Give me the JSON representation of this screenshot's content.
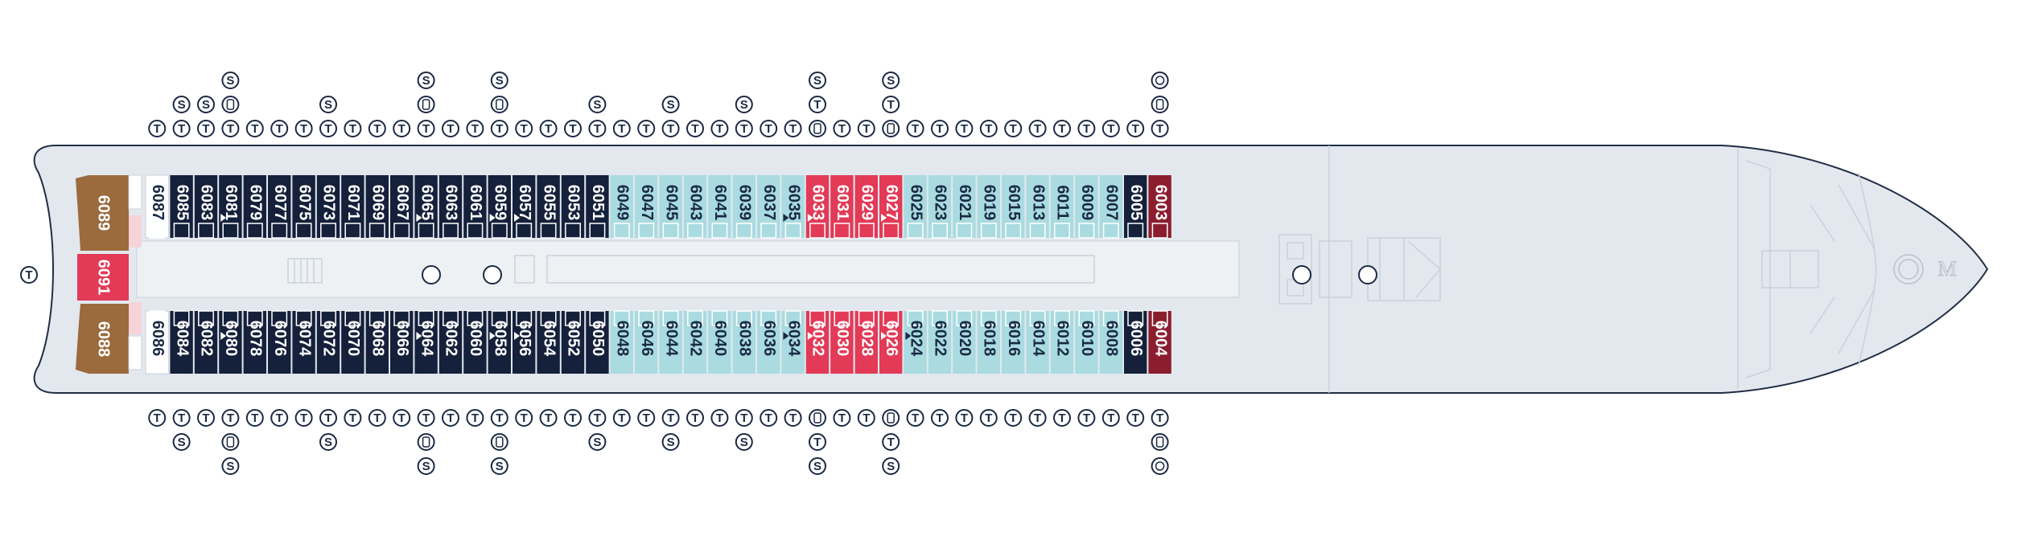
{
  "colors": {
    "hull": "#e3e8ee",
    "hull_stroke": "#1f2d44",
    "corridor": "#eef1f4",
    "navy": "#15213b",
    "light": "#a9dbe0",
    "coral": "#e23a57",
    "maroon": "#8b1e2e",
    "bronze": "#9b6a3d",
    "pink": "#f6d3da",
    "symbol": "#1a2a44"
  },
  "legend_letters": {
    "t": "T",
    "s": "S",
    "d": "D"
  },
  "suites": {
    "aft_top": "6089",
    "aft_mid": "6091",
    "aft_bottom": "6088"
  },
  "top_cabins": [
    {
      "n": "6087",
      "c": "white",
      "sym": "T"
    },
    {
      "n": "6085",
      "c": "navy",
      "sym": "TS"
    },
    {
      "n": "6083",
      "c": "navy",
      "sym": "TS"
    },
    {
      "n": "6081",
      "c": "navy",
      "sym": "TDS",
      "acc": true
    },
    {
      "n": "6079",
      "c": "navy",
      "sym": "T"
    },
    {
      "n": "6077",
      "c": "navy",
      "sym": "T"
    },
    {
      "n": "6075",
      "c": "navy",
      "sym": "T"
    },
    {
      "n": "6073",
      "c": "navy",
      "sym": "TS"
    },
    {
      "n": "6071",
      "c": "navy",
      "sym": "T"
    },
    {
      "n": "6069",
      "c": "navy",
      "sym": "T"
    },
    {
      "n": "6067",
      "c": "navy",
      "sym": "T"
    },
    {
      "n": "6065",
      "c": "navy",
      "sym": "TDS",
      "acc": true
    },
    {
      "n": "6063",
      "c": "navy",
      "sym": "T"
    },
    {
      "n": "6061",
      "c": "navy",
      "sym": "T"
    },
    {
      "n": "6059",
      "c": "navy",
      "sym": "TDS",
      "acc": true
    },
    {
      "n": "6057",
      "c": "navy",
      "sym": "T",
      "acc": true
    },
    {
      "n": "6055",
      "c": "navy",
      "sym": "T"
    },
    {
      "n": "6053",
      "c": "navy",
      "sym": "T"
    },
    {
      "n": "6051",
      "c": "navy",
      "sym": "TS"
    },
    {
      "n": "6049",
      "c": "light",
      "sym": "T"
    },
    {
      "n": "6047",
      "c": "light",
      "sym": "T"
    },
    {
      "n": "6045",
      "c": "light",
      "sym": "TS"
    },
    {
      "n": "6043",
      "c": "light",
      "sym": "T"
    },
    {
      "n": "6041",
      "c": "light",
      "sym": "T"
    },
    {
      "n": "6039",
      "c": "light",
      "sym": "TS"
    },
    {
      "n": "6037",
      "c": "light",
      "sym": "T"
    },
    {
      "n": "6035",
      "c": "light",
      "sym": "T",
      "acc": true
    },
    {
      "n": "6033",
      "c": "coral",
      "sym": "DTS",
      "acc": true
    },
    {
      "n": "6031",
      "c": "coral",
      "sym": "T"
    },
    {
      "n": "6029",
      "c": "coral",
      "sym": "T"
    },
    {
      "n": "6027",
      "c": "coral",
      "sym": "DTS",
      "acc": true
    },
    {
      "n": "6025",
      "c": "light",
      "sym": "T"
    },
    {
      "n": "6023",
      "c": "light",
      "sym": "T"
    },
    {
      "n": "6021",
      "c": "light",
      "sym": "T"
    },
    {
      "n": "6019",
      "c": "light",
      "sym": "T"
    },
    {
      "n": "6015",
      "c": "light",
      "sym": "T"
    },
    {
      "n": "6013",
      "c": "light",
      "sym": "T"
    },
    {
      "n": "6011",
      "c": "light",
      "sym": "T"
    },
    {
      "n": "6009",
      "c": "light",
      "sym": "T"
    },
    {
      "n": "6007",
      "c": "light",
      "sym": "T"
    },
    {
      "n": "6005",
      "c": "navy",
      "sym": "T"
    },
    {
      "n": "6003",
      "c": "maroon",
      "sym": "TDB"
    }
  ],
  "bottom_cabins": [
    {
      "n": "6086",
      "c": "white",
      "sym": "T"
    },
    {
      "n": "6084",
      "c": "navy",
      "sym": "TS"
    },
    {
      "n": "6082",
      "c": "navy",
      "sym": "T"
    },
    {
      "n": "6080",
      "c": "navy",
      "sym": "TDS",
      "acc": true
    },
    {
      "n": "6078",
      "c": "navy",
      "sym": "T"
    },
    {
      "n": "6076",
      "c": "navy",
      "sym": "T"
    },
    {
      "n": "6074",
      "c": "navy",
      "sym": "T"
    },
    {
      "n": "6072",
      "c": "navy",
      "sym": "TS"
    },
    {
      "n": "6070",
      "c": "navy",
      "sym": "T"
    },
    {
      "n": "6068",
      "c": "navy",
      "sym": "T"
    },
    {
      "n": "6066",
      "c": "navy",
      "sym": "T"
    },
    {
      "n": "6064",
      "c": "navy",
      "sym": "TDS",
      "acc": true
    },
    {
      "n": "6062",
      "c": "navy",
      "sym": "T"
    },
    {
      "n": "6060",
      "c": "navy",
      "sym": "T"
    },
    {
      "n": "6058",
      "c": "navy",
      "sym": "TDS",
      "acc": true
    },
    {
      "n": "6056",
      "c": "navy",
      "sym": "T",
      "acc": true
    },
    {
      "n": "6054",
      "c": "navy",
      "sym": "T"
    },
    {
      "n": "6052",
      "c": "navy",
      "sym": "T"
    },
    {
      "n": "6050",
      "c": "navy",
      "sym": "TS"
    },
    {
      "n": "6048",
      "c": "light",
      "sym": "T"
    },
    {
      "n": "6046",
      "c": "light",
      "sym": "T"
    },
    {
      "n": "6044",
      "c": "light",
      "sym": "TS"
    },
    {
      "n": "6042",
      "c": "light",
      "sym": "T"
    },
    {
      "n": "6040",
      "c": "light",
      "sym": "T"
    },
    {
      "n": "6038",
      "c": "light",
      "sym": "TS"
    },
    {
      "n": "6036",
      "c": "light",
      "sym": "T"
    },
    {
      "n": "6034",
      "c": "light",
      "sym": "T",
      "acc": true
    },
    {
      "n": "6032",
      "c": "coral",
      "sym": "DTS",
      "acc": true
    },
    {
      "n": "6030",
      "c": "coral",
      "sym": "T"
    },
    {
      "n": "6028",
      "c": "coral",
      "sym": "T"
    },
    {
      "n": "6026",
      "c": "coral",
      "sym": "DTS",
      "acc": true
    },
    {
      "n": "6024",
      "c": "light",
      "sym": "T",
      "acc": true
    },
    {
      "n": "6022",
      "c": "light",
      "sym": "T"
    },
    {
      "n": "6020",
      "c": "light",
      "sym": "T"
    },
    {
      "n": "6018",
      "c": "light",
      "sym": "T"
    },
    {
      "n": "6016",
      "c": "light",
      "sym": "T"
    },
    {
      "n": "6014",
      "c": "light",
      "sym": "T"
    },
    {
      "n": "6012",
      "c": "light",
      "sym": "T"
    },
    {
      "n": "6010",
      "c": "light",
      "sym": "T"
    },
    {
      "n": "6008",
      "c": "light",
      "sym": "T"
    },
    {
      "n": "6006",
      "c": "navy",
      "sym": "T"
    },
    {
      "n": "6004",
      "c": "maroon",
      "sym": "TDB"
    }
  ],
  "stern_symbol": "T"
}
